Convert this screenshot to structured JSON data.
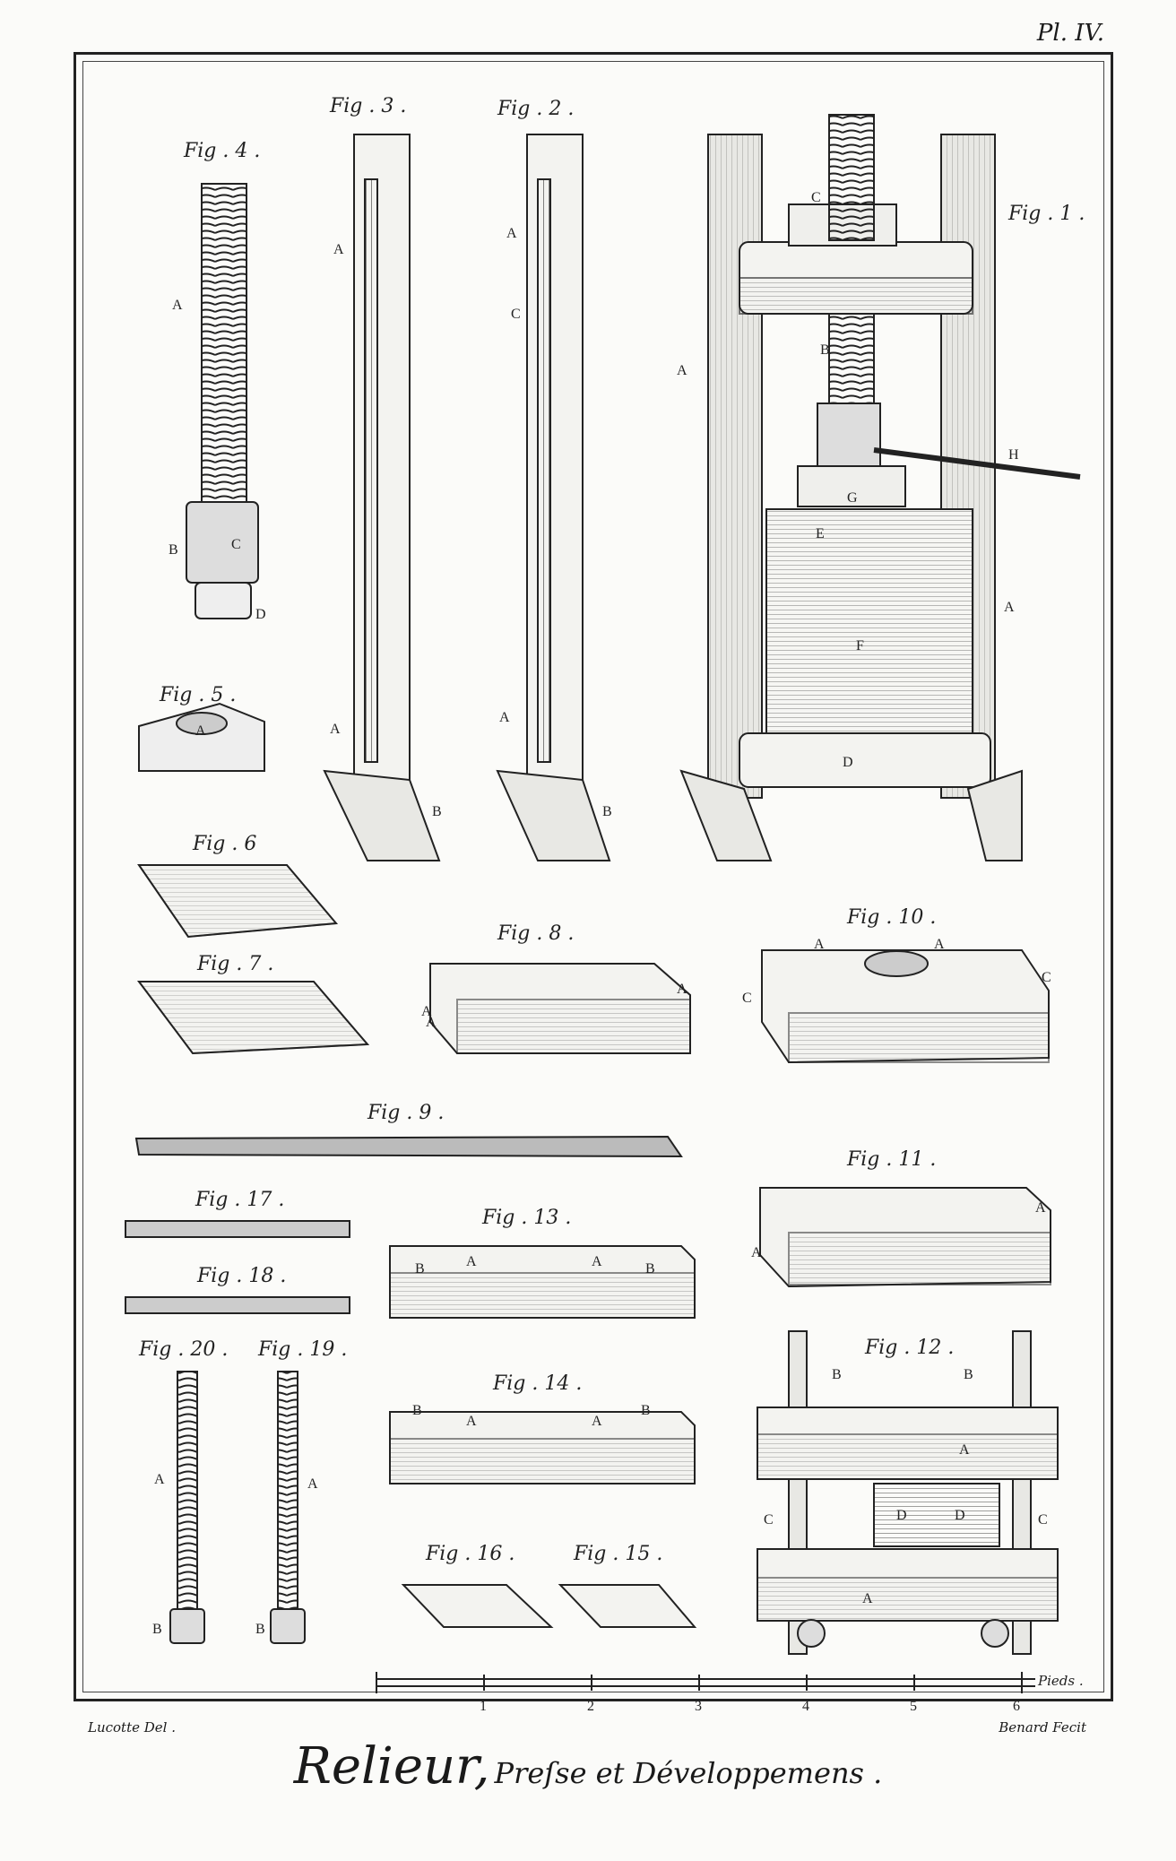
{
  "plate": "Pl. IV.",
  "figures": {
    "f1": "Fig . 1 .",
    "f2": "Fig . 2 .",
    "f3": "Fig . 3 .",
    "f4": "Fig . 4 .",
    "f5": "Fig . 5 .",
    "f6": "Fig . 6",
    "f7": "Fig . 7 .",
    "f8": "Fig . 8 .",
    "f9": "Fig . 9 .",
    "f10": "Fig . 10 .",
    "f11": "Fig . 11 .",
    "f12": "Fig . 12 .",
    "f13": "Fig . 13 .",
    "f14": "Fig . 14 .",
    "f15": "Fig . 15 .",
    "f16": "Fig . 16 .",
    "f17": "Fig . 17 .",
    "f18": "Fig . 18 .",
    "f19": "Fig . 19 .",
    "f20": "Fig . 20 ."
  },
  "letters": {
    "A": "A",
    "B": "B",
    "C": "C",
    "D": "D",
    "E": "E",
    "F": "F",
    "G": "G",
    "H": "H"
  },
  "scale": {
    "ticks": [
      "1",
      "2",
      "3",
      "4",
      "5",
      "6"
    ],
    "unit": "Pieds ."
  },
  "signatures": {
    "left": "Lucotte Del .",
    "right": "Benard Fecit"
  },
  "title": {
    "main": "Relieur,",
    "sub": "Preſse et Développemens ."
  }
}
